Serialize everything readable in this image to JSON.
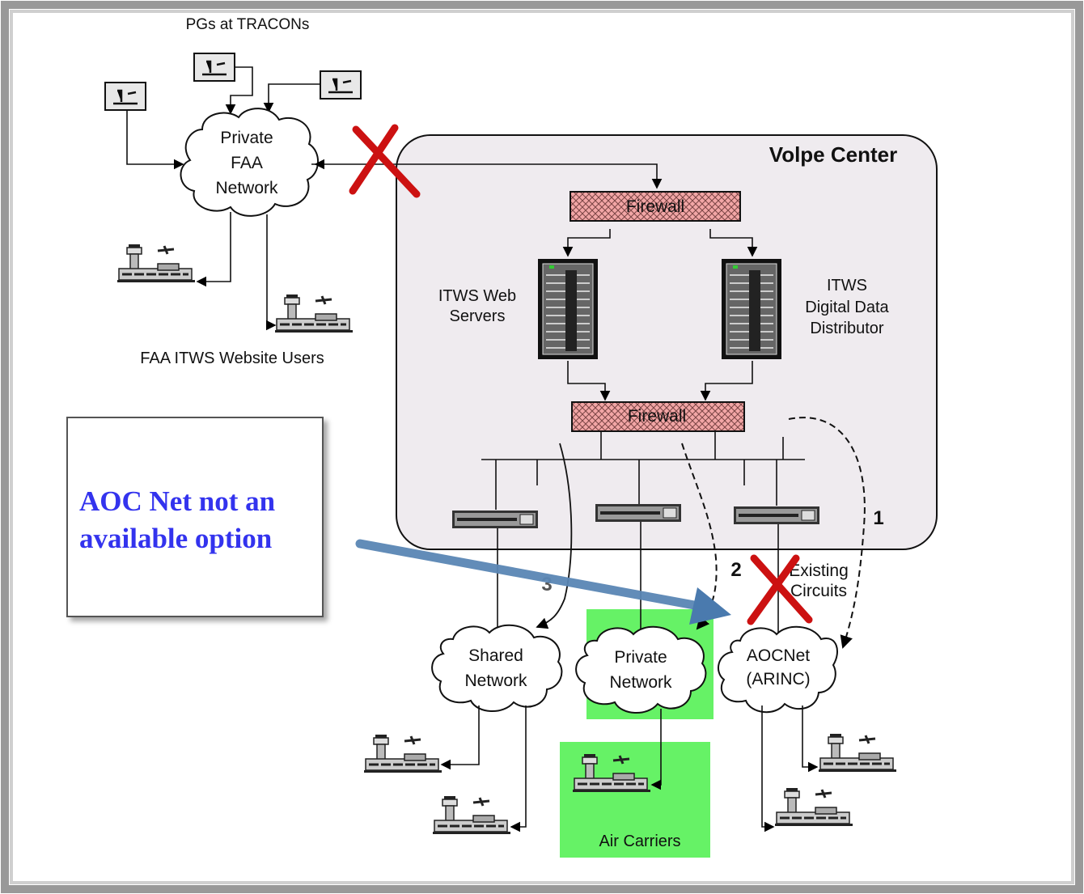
{
  "labels": {
    "pgs_at_tracons": "PGs at TRACONs",
    "private_faa_network": [
      "Private",
      "FAA",
      "Network"
    ],
    "faa_itws_website_users": "FAA ITWS Website Users",
    "volpe_center": "Volpe Center",
    "firewall_top": "Firewall",
    "firewall_bottom": "Firewall",
    "itws_web_servers": [
      "ITWS Web",
      "Servers"
    ],
    "itws_digital_data_distributor": [
      "ITWS",
      "Digital Data",
      "Distributor"
    ],
    "shared_network": [
      "Shared",
      "Network"
    ],
    "private_network": [
      "Private",
      "Network"
    ],
    "aocnet": [
      "AOCNet",
      "(ARINC)"
    ],
    "existing_circuits": [
      "Existing",
      "Circuits"
    ],
    "air_carriers": "Air Carriers",
    "path_1": "1",
    "path_2": "2",
    "path_3": "3"
  },
  "callout": {
    "text": "AOC Net not an\navailable option"
  },
  "colors": {
    "highlight_green": "#66f266",
    "firewall_fill": "#f2a6a6",
    "volpe_box_fill": "#efebef",
    "callout_text": "#3333ee",
    "arrow_blue": "#5a86b4",
    "x_red": "#cc1111"
  }
}
